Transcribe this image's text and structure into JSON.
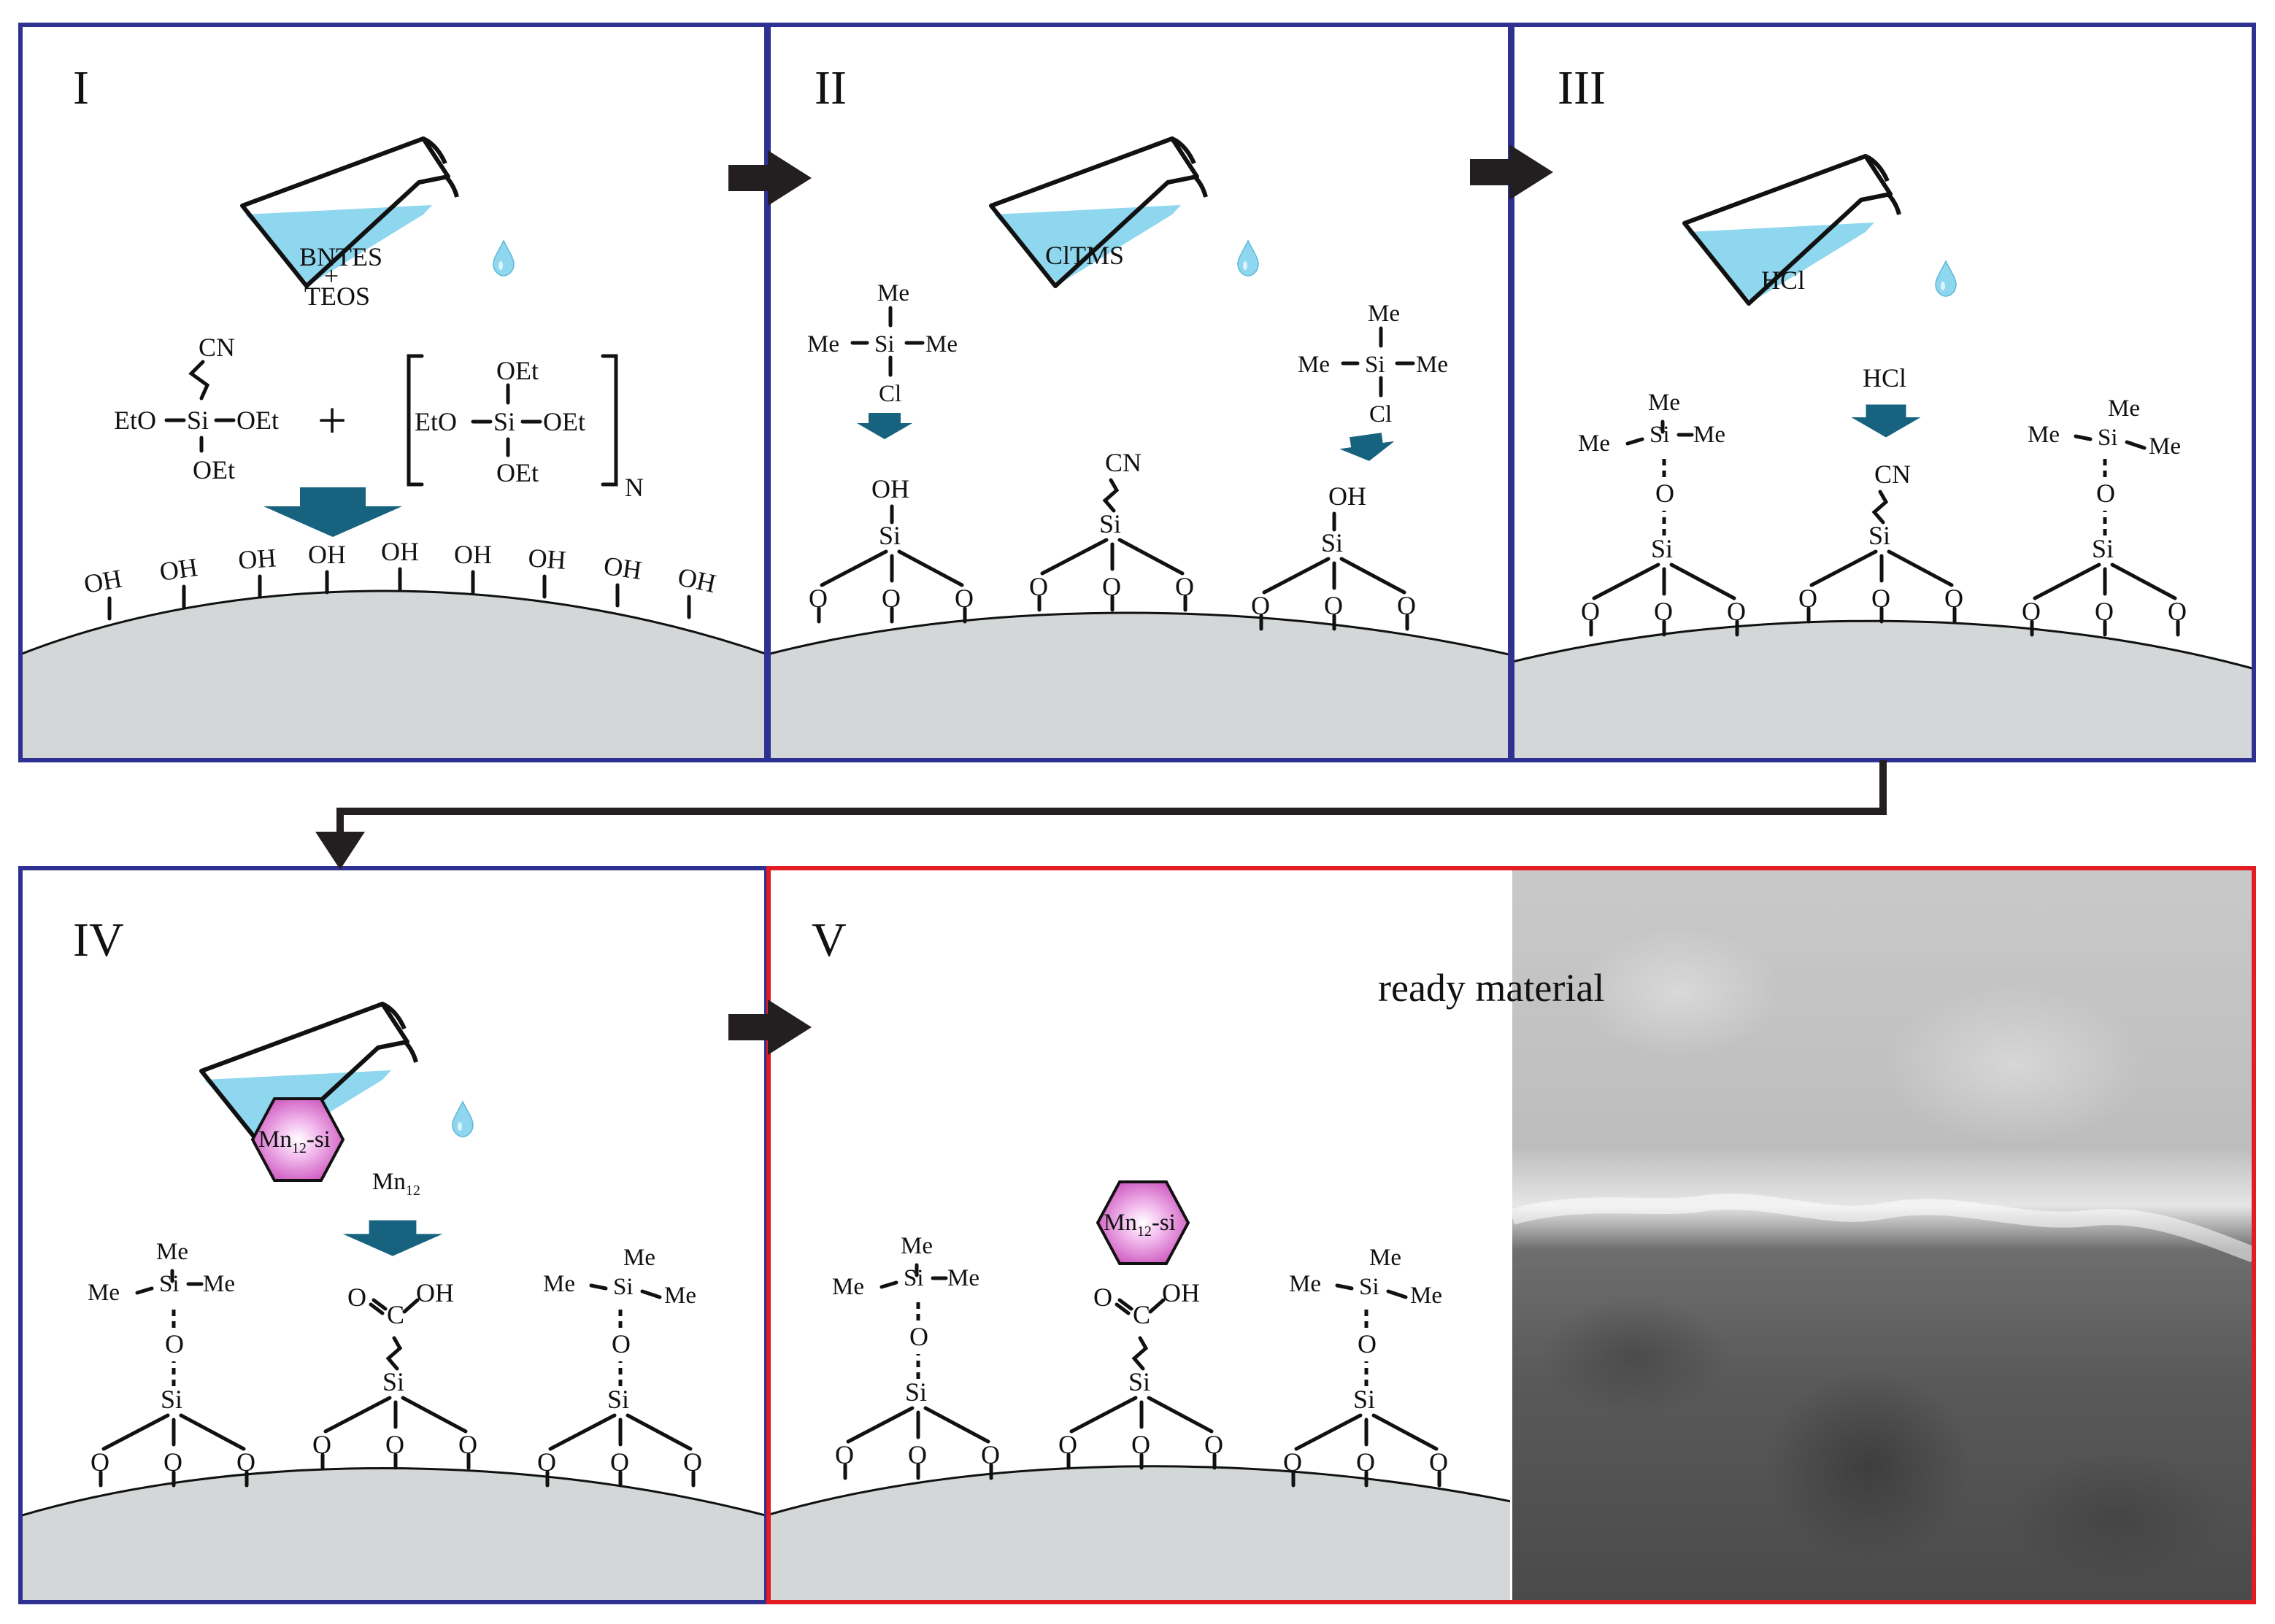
{
  "panels": {
    "p1": {
      "numeral": "I",
      "flask": [
        "BNTES",
        "+",
        "TEOS"
      ]
    },
    "p2": {
      "numeral": "II",
      "flask": "ClTMS"
    },
    "p3": {
      "numeral": "III",
      "flask": "HCl"
    },
    "p4": {
      "numeral": "IV",
      "mn_label": "Mn12"
    },
    "p5": {
      "numeral": "V",
      "ready": "ready material"
    }
  },
  "chem": {
    "oh": "OH",
    "o": "O",
    "si": "Si",
    "me": "Me",
    "cl": "Cl",
    "cn": "CN",
    "eto": "EtO",
    "oet": "OEt",
    "c": "C",
    "n": "N",
    "plus": "+",
    "hcl": "HCl",
    "mn_main": "Mn",
    "mn_sub": "12",
    "mn_si": "-si"
  },
  "colors": {
    "panel_border": "#2e3191",
    "highlight_border": "#e31b23",
    "liquid": "#8fd7ef",
    "process_arrow": "#17627f",
    "flow_arrow": "#231f20",
    "surface": "#d3d7d8",
    "hexagon": "#e486d9"
  }
}
